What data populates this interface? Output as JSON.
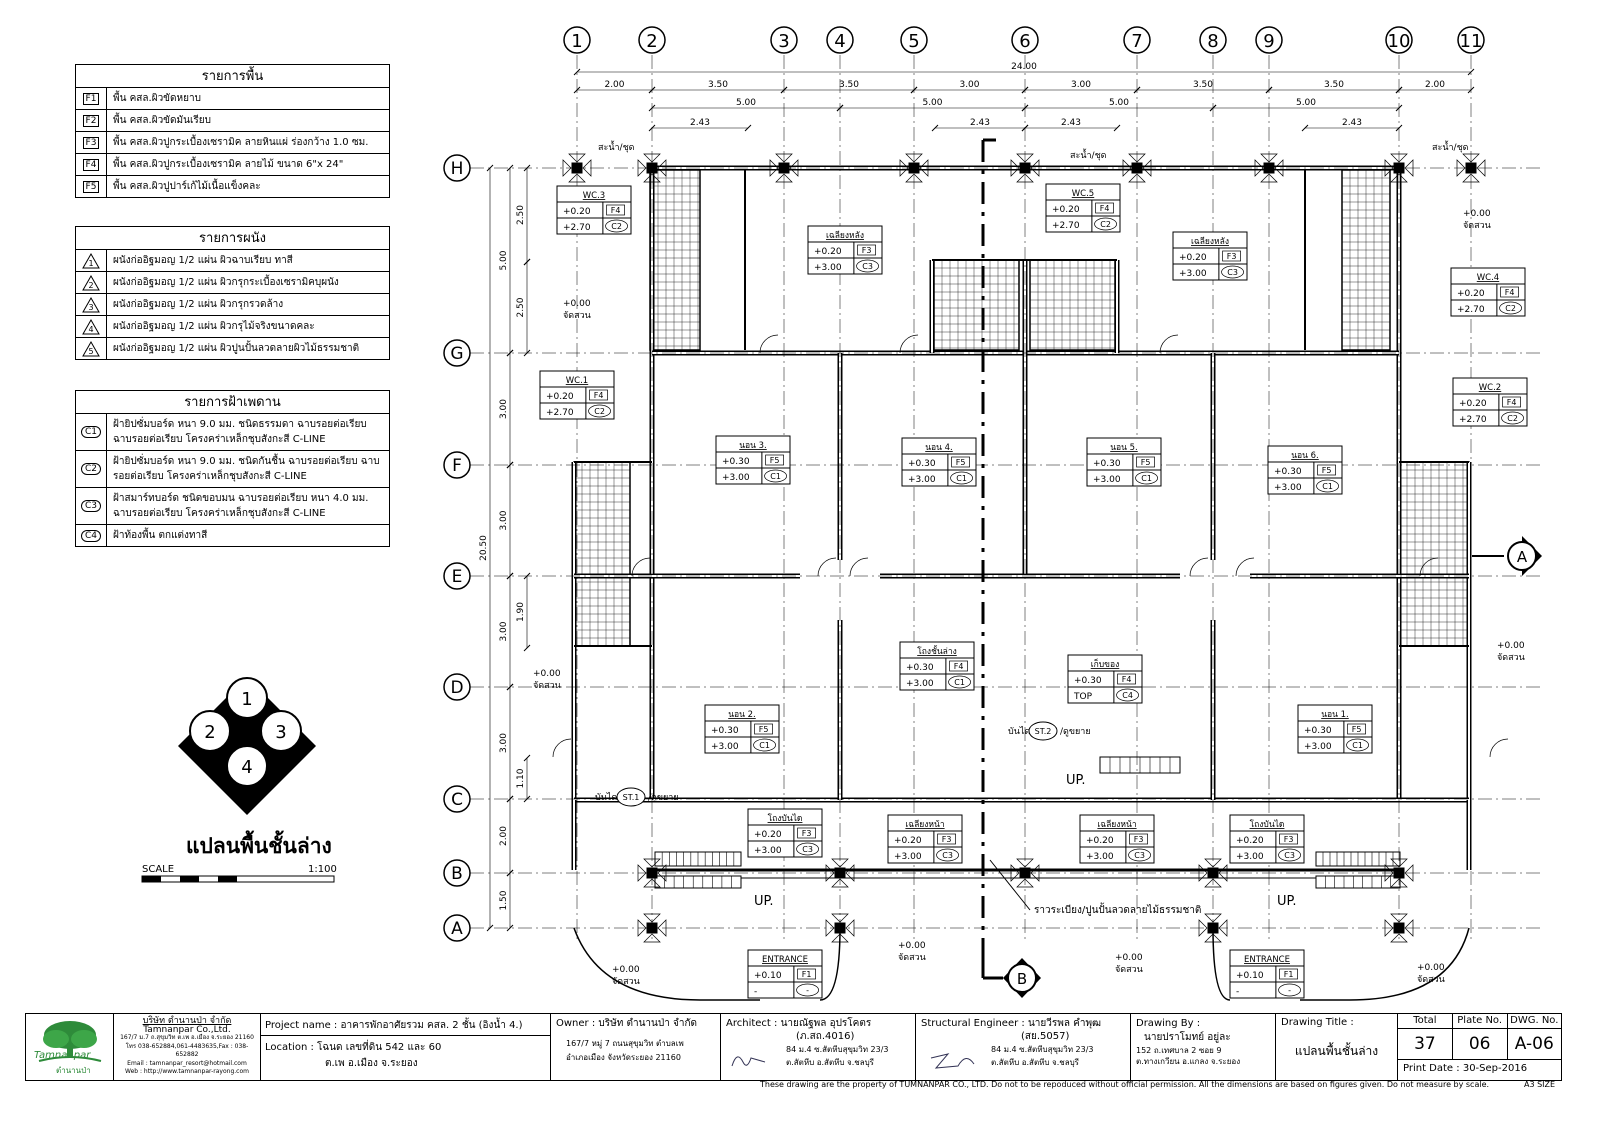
{
  "floor_legend": {
    "title": "รายการพื้น",
    "items": [
      {
        "code": "F1",
        "text": "พื้น คสล.ผิวขัดหยาบ"
      },
      {
        "code": "F2",
        "text": "พื้น คสล.ผิวขัดมันเรียบ"
      },
      {
        "code": "F3",
        "text": "พื้น คสล.ผิวปูกระเบื้องเซรามิค ลายหินแผ่ ร่องกว้าง 1.0 ซม."
      },
      {
        "code": "F4",
        "text": "พื้น คสล.ผิวปูกระเบื้องเซรามิค ลายไม้ ขนาด 6\"x 24\""
      },
      {
        "code": "F5",
        "text": "พื้น คสล.ผิวปูปาร์เก้ไม้เนื้อแข็งคละ"
      }
    ]
  },
  "wall_legend": {
    "title": "รายการผนัง",
    "items": [
      {
        "code": "1",
        "text": "ผนังก่ออิฐมอญ 1/2 แผ่น ผิวฉาบเรียบ ทาสี"
      },
      {
        "code": "2",
        "text": "ผนังก่ออิฐมอญ 1/2 แผ่น ผิวกรุกระเบื้องเซรามิคบุผนัง"
      },
      {
        "code": "3",
        "text": "ผนังก่ออิฐมอญ 1/2 แผ่น ผิวกรุกรวดล้าง"
      },
      {
        "code": "4",
        "text": "ผนังก่ออิฐมอญ 1/2 แผ่น ผิวกรุไม้จริงขนาดคละ"
      },
      {
        "code": "5",
        "text": "ผนังก่ออิฐมอญ 1/2 แผ่น ผิวปูนปั้นลวดลายผิวไม้ธรรมชาติ"
      }
    ]
  },
  "ceiling_legend": {
    "title": "รายการฝ้าเพดาน",
    "items": [
      {
        "code": "C1",
        "text": "ฝ้ายิปซั่มบอร์ด หนา 9.0 มม. ชนิดธรรมดา ฉาบรอยต่อเรียบ ฉาบรอยต่อเรียบ โครงคร่าเหล็กชุบสังกะสี C-LINE"
      },
      {
        "code": "C2",
        "text": "ฝ้ายิปซั่มบอร์ด หนา 9.0 มม. ชนิดกันชื้น ฉาบรอยต่อเรียบ ฉาบรอยต่อเรียบ โครงคร่าเหล็กชุบสังกะสี C-LINE"
      },
      {
        "code": "C3",
        "text": "ฝ้าสมาร์ทบอร์ด ชนิดขอบมน ฉาบรอยต่อเรียบ หนา 4.0 มม. ฉาบรอยต่อเรียบ โครงคร่าเหล็กชุบสังกะสี C-LINE"
      },
      {
        "code": "C4",
        "text": "ฝ้าท้องพื้น ตกแต่งทาสี"
      }
    ]
  },
  "key_plan": {
    "numbers": [
      "1",
      "2",
      "3",
      "4"
    ]
  },
  "plan_title": "แปลนพื้นชั้นล่าง",
  "scale": {
    "label": "SCALE",
    "ratio": "1:100"
  },
  "grid": {
    "cols": [
      "1",
      "2",
      "3",
      "4",
      "5",
      "6",
      "7",
      "8",
      "9",
      "10",
      "11"
    ],
    "rows": [
      "H",
      "G",
      "F",
      "E",
      "D",
      "C",
      "B",
      "A"
    ]
  },
  "dims": {
    "total": "24.00",
    "row1": [
      "2.00",
      "3.50",
      "3.50",
      "3.00",
      "3.00",
      "3.50",
      "3.50",
      "2.00"
    ],
    "row2": [
      "5.00",
      "5.00",
      "5.00",
      "5.00"
    ],
    "row3": [
      "2.43",
      "2.43",
      "2.43",
      "2.43"
    ],
    "left_big": [
      "5.00",
      "3.00",
      "3.00",
      "3.00",
      "2.00",
      "1.50"
    ],
    "left_small": [
      "2.50",
      "2.50",
      "1.90",
      "1.10"
    ],
    "left_total": "20.50"
  },
  "rooms": [
    {
      "name": "WC.3",
      "f": "+0.20",
      "fc": "F4",
      "c": "+2.70",
      "cc": "C2"
    },
    {
      "name": "เฉลียงหลัง",
      "f": "+0.20",
      "fc": "F3",
      "c": "+3.00",
      "cc": "C3"
    },
    {
      "name": "WC.5",
      "f": "+0.20",
      "fc": "F4",
      "c": "+2.70",
      "cc": "C2"
    },
    {
      "name": "เฉลียงหลัง",
      "f": "+0.20",
      "fc": "F3",
      "c": "+3.00",
      "cc": "C3"
    },
    {
      "name": "WC.4",
      "f": "+0.20",
      "fc": "F4",
      "c": "+2.70",
      "cc": "C2"
    },
    {
      "name": "WC.1",
      "f": "+0.20",
      "fc": "F4",
      "c": "+2.70",
      "cc": "C2"
    },
    {
      "name": "WC.2",
      "f": "+0.20",
      "fc": "F4",
      "c": "+2.70",
      "cc": "C2"
    },
    {
      "name": "นอน 3.",
      "f": "+0.30",
      "fc": "F5",
      "c": "+3.00",
      "cc": "C1"
    },
    {
      "name": "นอน 4.",
      "f": "+0.30",
      "fc": "F5",
      "c": "+3.00",
      "cc": "C1"
    },
    {
      "name": "นอน 5.",
      "f": "+0.30",
      "fc": "F5",
      "c": "+3.00",
      "cc": "C1"
    },
    {
      "name": "นอน 6.",
      "f": "+0.30",
      "fc": "F5",
      "c": "+3.00",
      "cc": "C1"
    },
    {
      "name": "โถงชั้นล่าง",
      "f": "+0.30",
      "fc": "F4",
      "c": "+3.00",
      "cc": "C1"
    },
    {
      "name": "เก็บของ",
      "f": "+0.30",
      "fc": "F4",
      "c": "TOP",
      "cc": "C4"
    },
    {
      "name": "นอน 1.",
      "f": "+0.30",
      "fc": "F5",
      "c": "+3.00",
      "cc": "C1"
    },
    {
      "name": "นอน 2.",
      "f": "+0.30",
      "fc": "F5",
      "c": "+3.00",
      "cc": "C1"
    },
    {
      "name": "โถงบันได",
      "f": "+0.20",
      "fc": "F3",
      "c": "+3.00",
      "cc": "C3"
    },
    {
      "name": "เฉลียงหน้า",
      "f": "+0.20",
      "fc": "F3",
      "c": "+3.00",
      "cc": "C3"
    },
    {
      "name": "เฉลียงหน้า",
      "f": "+0.20",
      "fc": "F3",
      "c": "+3.00",
      "cc": "C3"
    },
    {
      "name": "โถงบันได",
      "f": "+0.20",
      "fc": "F3",
      "c": "+3.00",
      "cc": "C3"
    },
    {
      "name": "ENTRANCE",
      "f": "+0.10",
      "fc": "F1",
      "c": "-",
      "cc": "-"
    },
    {
      "name": "ENTRANCE",
      "f": "+0.10",
      "fc": "F1",
      "c": "-",
      "cc": "-"
    }
  ],
  "labels": {
    "bath_left": "สะน้ำ/ชุด",
    "bath_mid": "สะน้ำ/ชุด",
    "bath_right": "สะน้ำ/ชุด",
    "garden": "+0.00",
    "garden2": "จัดสวน",
    "stair1": "บันได",
    "stair1_code": "ST.1",
    "stair1_note": "/ดูขยาย",
    "stair2": "บันได",
    "stair2_code": "ST.2",
    "stair2_note": "/ดูขยาย",
    "up": "UP.",
    "rail_note": "ราวระเบียง/ปูนปั้นลวดลายไม้ธรรมชาติ",
    "section_a": "A",
    "section_b": "B"
  },
  "title_block": {
    "company_th": "บริษัท ตำนานป่า จำกัด",
    "company_en": "Tamnanpar Co.,Ltd.",
    "company_addr1": "167/7 ม.7 ถ.สุขุมวิท ต.เพ อ.เมือง จ.ระยอง 21160",
    "company_addr2": "โทร 038-652884,061-4483635,Fax : 038-652882",
    "company_email": "Email : tamnanpar_resort@hotmail.com",
    "company_web": "Web : http://www.tamnanpar-rayong.com",
    "logo_text": "Tamnanpar",
    "logo_th": "ตำนานป่า",
    "project_label": "Project name :",
    "project_value": "อาคารพักอาศัยรวม คสล. 2 ชั้น (อิงน้ำ 4.)",
    "location_label": "Location :",
    "location_value1": "โฉนด เลขที่ดิน 542 และ 60",
    "location_value2": "ต.เพ อ.เมือง จ.ระยอง",
    "owner_label": "Owner :",
    "owner_value": "บริษัท ตำนานป่า จำกัด",
    "owner_addr1": "167/7 หมู่ 7 ถนนสุขุมวิท ตำบลเพ",
    "owner_addr2": "อำเภอเมือง จังหวัดระยอง 21160",
    "architect_label": "Architect :",
    "architect_value": "นายณัฐพล อุปรโคตร",
    "architect_lic": "(ภ.สถ.4016)",
    "architect_addr1": "84 ม.4 ซ.สัตหีบสุขุมวิท 23/3",
    "architect_addr2": "ต.สัตหีบ อ.สัตหีบ จ.ชลบุรี",
    "engineer_label": "Structural Engineer :",
    "engineer_value": "นายวีรพล คำพุฒ",
    "engineer_lic": "(สย.5057)",
    "engineer_addr1": "84 ม.4 ซ.สัตหีบสุขุมวิท 23/3",
    "engineer_addr2": "ต.สัตหีบ อ.สัตหีบ จ.ชลบุรี",
    "drawing_by_label": "Drawing By :",
    "drawing_by_value": "นายปราโมทย์ อยู่ละ",
    "drawing_by_addr1": "152 ถ.เทศบาล 2 ซอย 9",
    "drawing_by_addr2": "ต.ทางเกวียน อ.แกลง จ.ระยอง",
    "drawing_title_label": "Drawing Title :",
    "drawing_title_value": "แปลนพื้นชั้นล่าง",
    "total_label": "Total",
    "total_value": "37",
    "plate_label": "Plate No.",
    "plate_value": "06",
    "dwg_label": "DWG. No.",
    "dwg_value": "A-06",
    "print_label": "Print Date :",
    "print_value": "30-Sep-2016"
  },
  "footer_note": "These drawing are the property of TUMNANPAR CO., LTD. Do not to be repoduced without official permission. All the dimensions are based on figures given. Do not measure by scale.",
  "paper_size": "A3 SIZE"
}
